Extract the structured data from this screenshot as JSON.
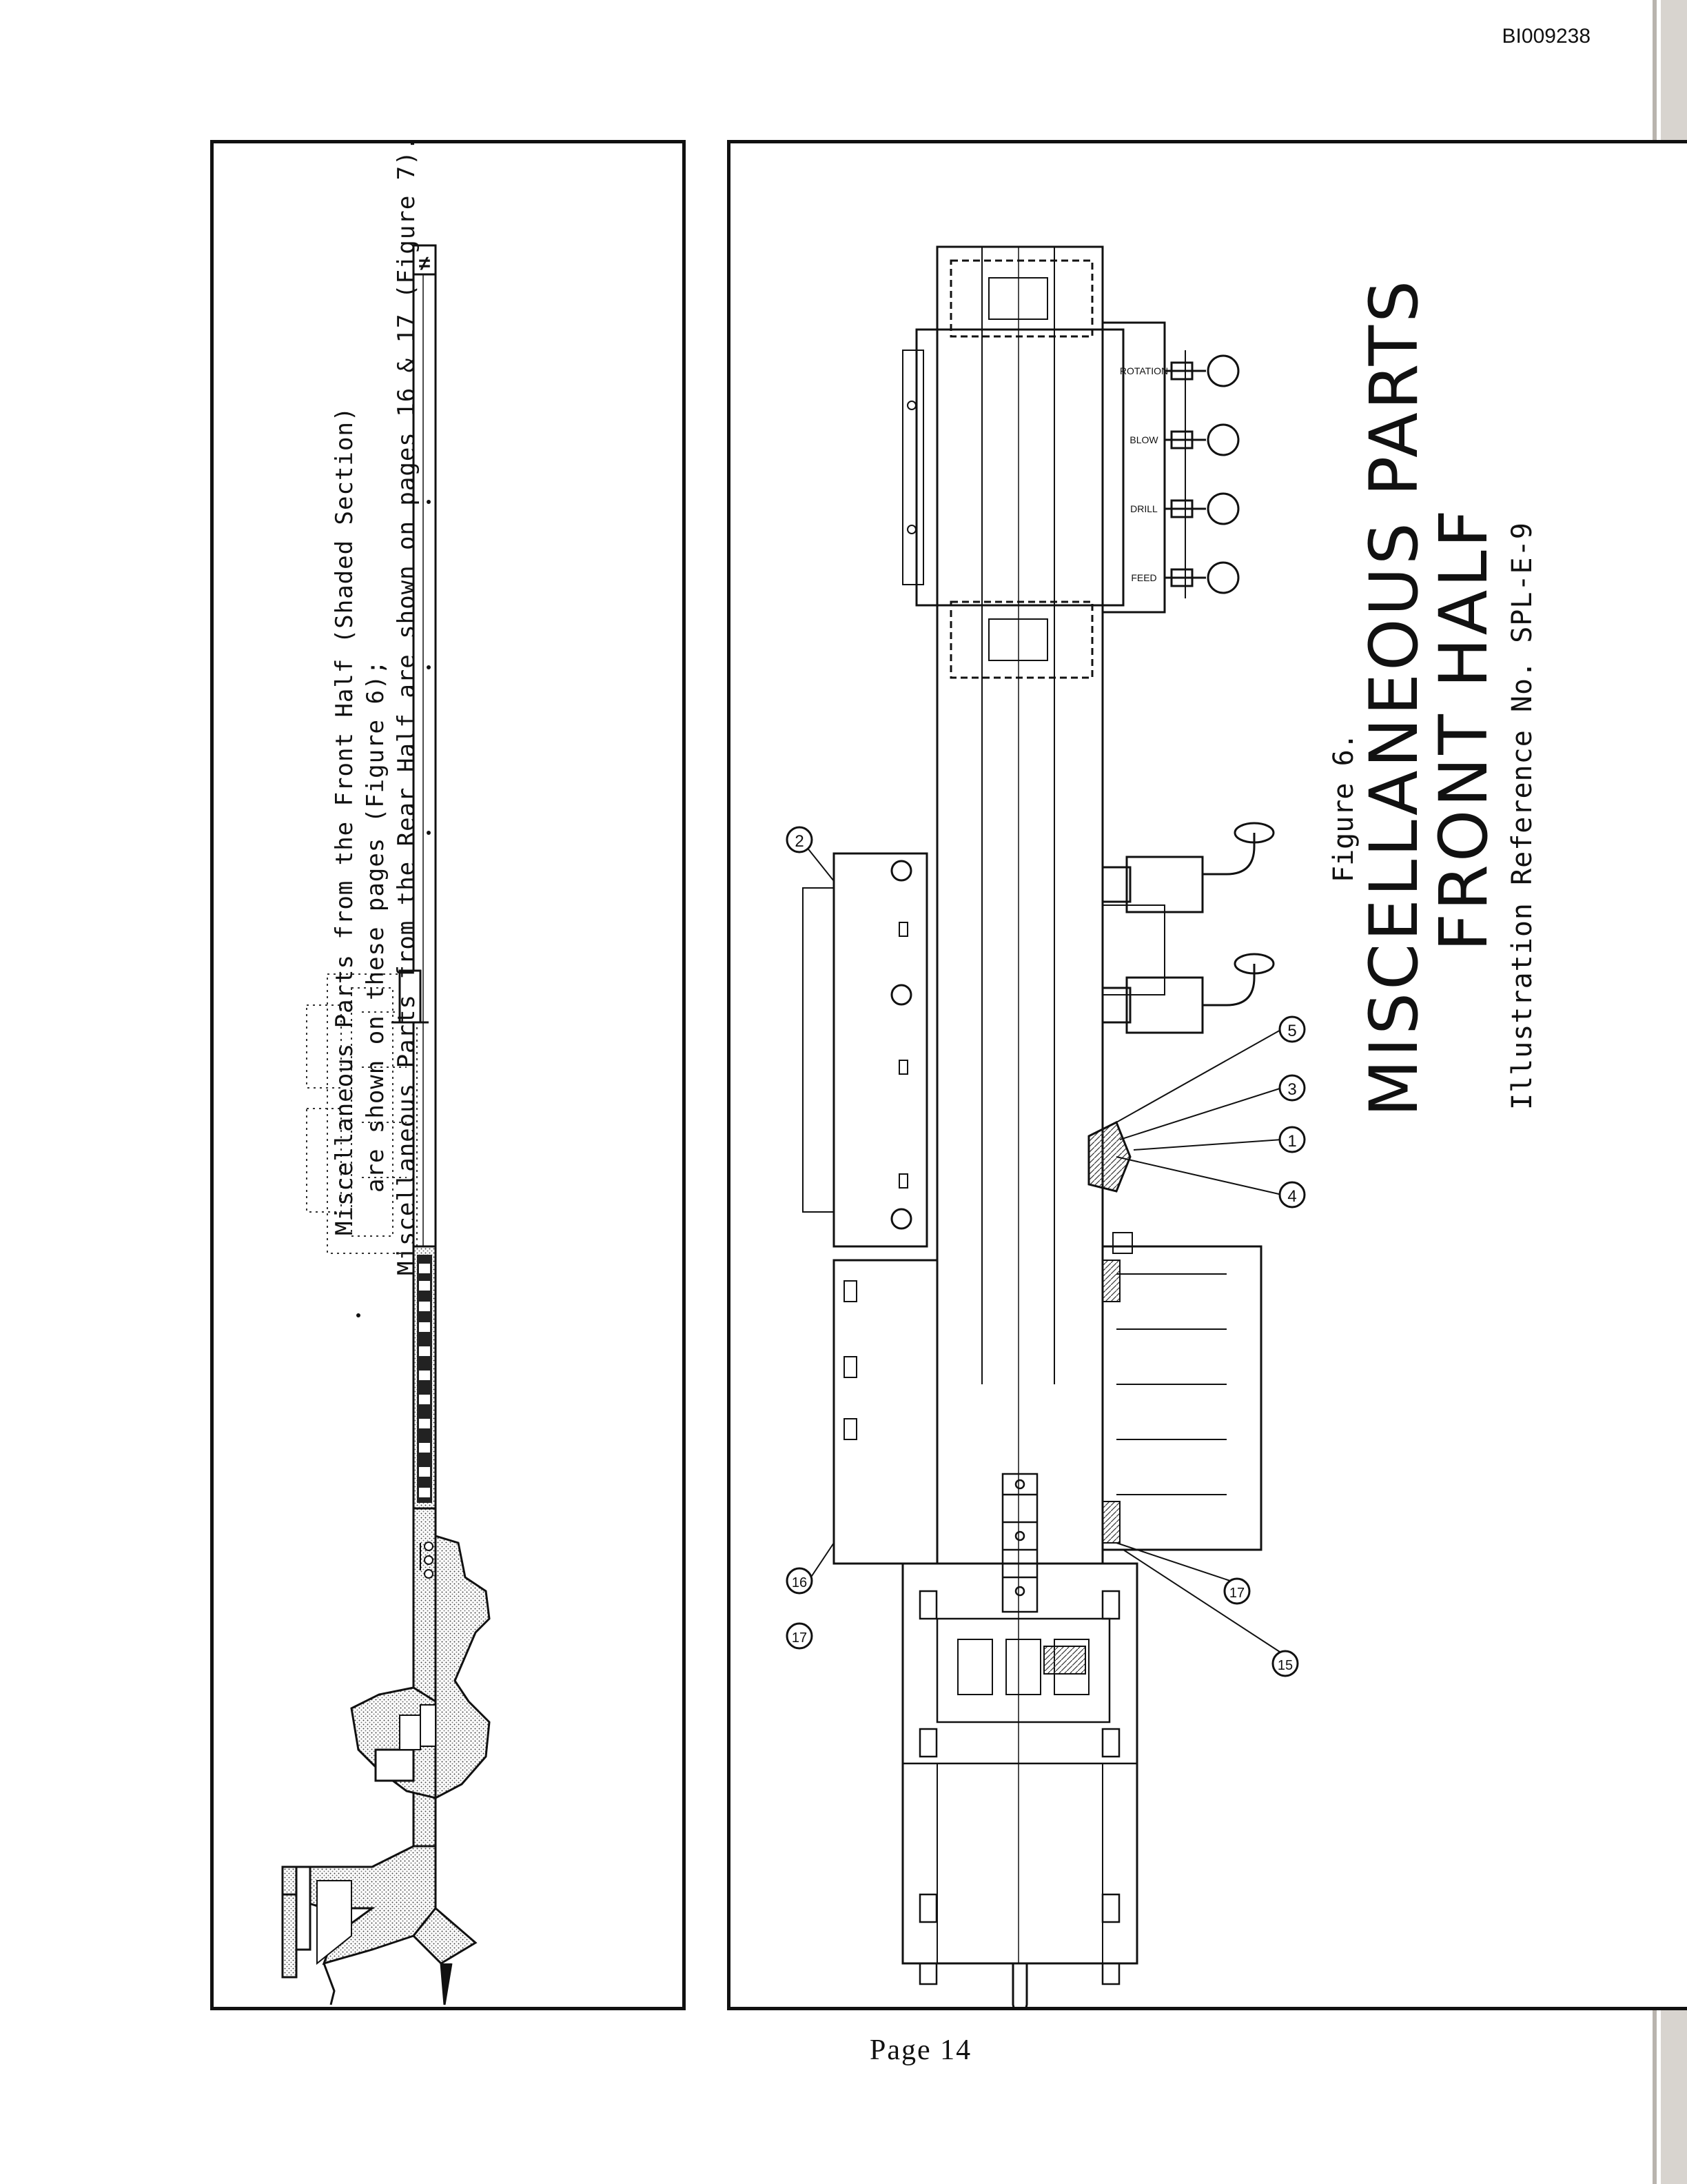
{
  "document_id": "BI009238",
  "left_panel": {
    "note_lines": [
      "Miscellaneous Parts from the Front Half (Shaded Section)",
      "are shown on these pages (Figure 6);",
      "Miscellaneous Parts from the Rear Half are shown on pages 16 & 17 (Figure 7)."
    ]
  },
  "figure": {
    "label": "Figure 6.",
    "title_line_1": "MISCELLANEOUS PARTS",
    "title_line_2": "FRONT HALF",
    "reference": "Illustration Reference No. SPL-E-9"
  },
  "valve_labels": [
    "ROTATION",
    "BLOW",
    "DRILL",
    "FEED"
  ],
  "callouts": [
    "1",
    "2",
    "3",
    "4",
    "5",
    "15",
    "16",
    "17",
    "17"
  ],
  "page_label": "Page 14"
}
